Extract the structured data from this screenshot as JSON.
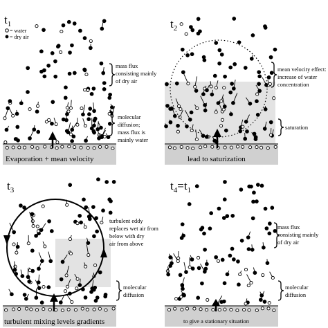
{
  "panels": [
    {
      "time_label": "t1",
      "legend": {
        "water": "= water",
        "dry_air": "= dry air"
      },
      "annotations": [
        "mass flux\nconsisting mainly\nof dry air",
        "molecular\ndiffusion;\nmass flux is\nmainly water"
      ],
      "base_label": "Evaporation + mean velocity"
    },
    {
      "time_label": "t2",
      "annotations": [
        "mean velocity effect:\nincrease of water\nconcentration",
        "saturation"
      ],
      "base_label": "lead to saturization"
    },
    {
      "time_label": "t3",
      "annotations": [
        "turbulent eddy\nreplaces wet air from\nbelow with dry\nair from above",
        "molecular\ndiffusion"
      ],
      "base_label": "turbulent mixing levels gradients"
    },
    {
      "time_label": "t4=t1",
      "annotations": [
        "mass flux\nconsisting mainly\nof dry air",
        "molecular\ndiffusion"
      ],
      "base_label": "to give a stationary situation"
    }
  ],
  "icons": {
    "water": "open-circle-with-tail",
    "dry_air": "filled-circle-with-tail"
  },
  "colors": {
    "ground": "#d0d0d0",
    "humid_zone": "#e3e3e3",
    "ink": "#000000"
  }
}
